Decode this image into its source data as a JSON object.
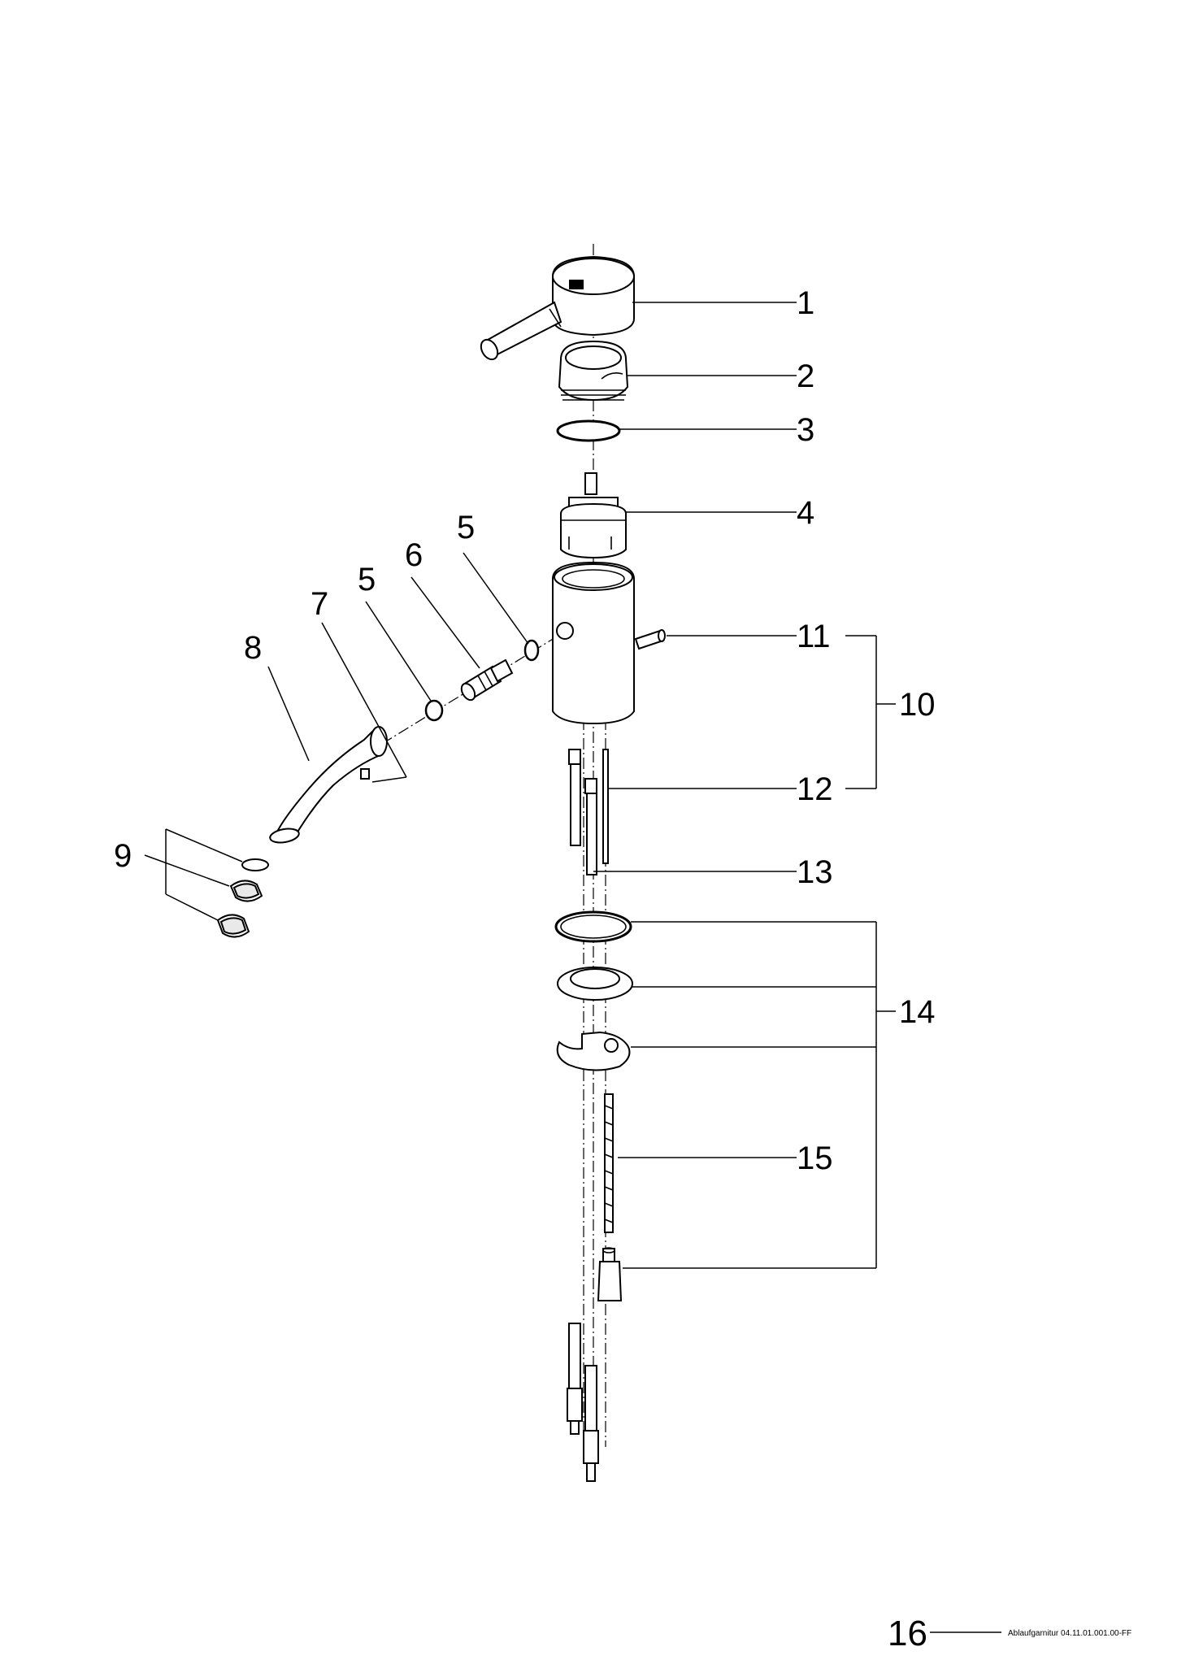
{
  "callouts": {
    "c1": "1",
    "c2": "2",
    "c3": "3",
    "c4": "4",
    "c5a": "5",
    "c5b": "5",
    "c6": "6",
    "c7": "7",
    "c8": "8",
    "c9": "9",
    "c10": "10",
    "c11": "11",
    "c12": "12",
    "c13": "13",
    "c14": "14",
    "c15": "15"
  },
  "footer": {
    "page_number": "16",
    "document_code": "Ablaufgarnitur 04.11.01.001.00-FF"
  }
}
